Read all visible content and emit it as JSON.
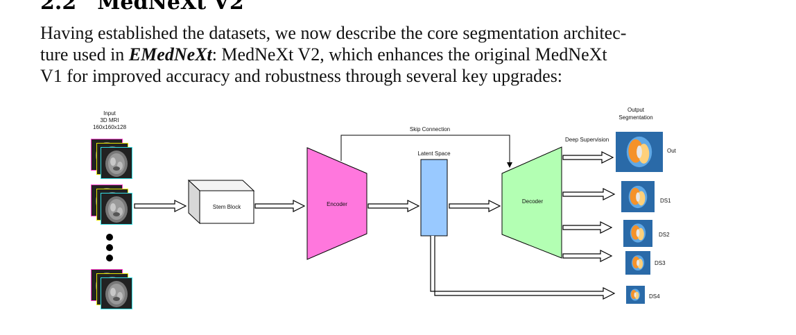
{
  "section": {
    "number": "2.2",
    "title": "MedNeXt V2"
  },
  "paragraph": {
    "line1": "Having established the datasets, we now describe the core segmentation architec-",
    "line2_prefix": "ture used in ",
    "line2_emph": "EMedNeXt",
    "line2_suffix": ": MedNeXt V2, which enhances the original MedNeXt",
    "line3": "V1 for improved accuracy and robustness through several key upgrades:"
  },
  "figure": {
    "input_title": "Input",
    "input_modality": "3D MRI",
    "input_size": "160x160x128",
    "stem_label": "Stem Block",
    "encoder_label": "Encoder",
    "latent_label": "Latent Space",
    "skip_label": "Skip Connection",
    "decoder_label": "Decoder",
    "deep_supervision_label": "Deep Supervision",
    "output_title_1": "Output",
    "output_title_2": "Segmentation",
    "outputs": [
      "Out",
      "DS1",
      "DS2",
      "DS3",
      "DS4"
    ],
    "colors": {
      "encoder": "#ff77dd",
      "latent": "#99c9ff",
      "decoder": "#b3ffb3",
      "seg_background": "#2a6aa8",
      "mri_frame_pink": "#ff3cc8",
      "mri_frame_yellow": "#e6e600",
      "mri_frame_cyan": "#33e0e6"
    }
  }
}
